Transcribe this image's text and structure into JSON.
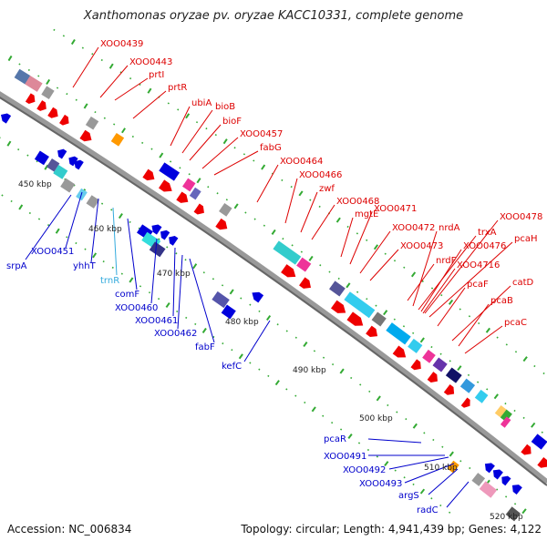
{
  "title": "Xanthomonas oryzae pv. oryzae KACC10331, complete genome",
  "footer": {
    "accession": "Accession: NC_006834",
    "topology": "Topology: circular; Length: 4,941,439 bp; Genes: 4,122"
  },
  "colors": {
    "forward_label": "#dd0000",
    "reverse_label": "#0000cc",
    "rna_label": "#33aadd",
    "backbone": "#888888",
    "tick_green": "#33aa33"
  },
  "kbp_labels": [
    "450 kbp",
    "460 kbp",
    "470 kbp",
    "480 kbp",
    "490 kbp",
    "500 kbp",
    "510 kbp",
    "520 kbp"
  ],
  "forward_labels": [
    "XOO0439",
    "XOO0443",
    "prtI",
    "prtR",
    "ubiA",
    "bioB",
    "bioF",
    "XOO0457",
    "fabG",
    "XOO0464",
    "XOO0466",
    "zwf",
    "XOO0468",
    "mgtE",
    "XOO0471",
    "XOO0472",
    "nrdA",
    "XOO0473",
    "trxA",
    "XOO0478",
    "XOO0476",
    "pcaH",
    "nrdF",
    "XOO4716",
    "pcaF",
    "catD",
    "pcaB",
    "pcaC"
  ],
  "reverse_labels": [
    "srpA",
    "XOO0451",
    "yhhT",
    "trnR",
    "comF",
    "XOO0460",
    "XOO0461",
    "XOO0462",
    "fabF",
    "kefC",
    "pcaR",
    "XOO0491",
    "XOO0492",
    "XOO0493",
    "argS",
    "radC"
  ]
}
